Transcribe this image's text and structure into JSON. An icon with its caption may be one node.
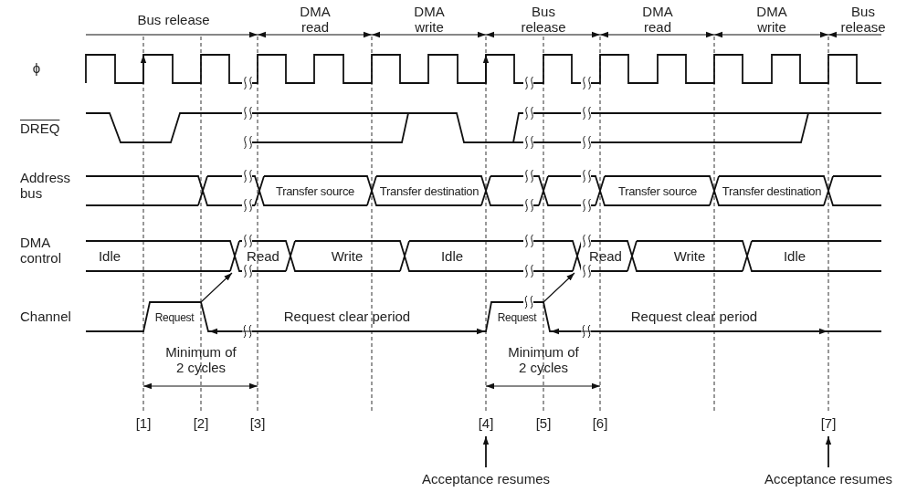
{
  "diagram": {
    "labels": [
      "Bus release",
      "DMA read",
      "DMA write",
      "Bus release",
      "DMA read",
      "DMA write",
      "Bus release",
      "ϕ",
      "DREQ",
      "Address bus",
      "DMA control",
      "Channel",
      "Transfer source",
      "Transfer destination",
      "Transfer source",
      "Transfer destination",
      "Idle",
      "Read",
      "Write",
      "Idle",
      "Read",
      "Write",
      "Idle",
      "Request",
      "Request clear period",
      "Request",
      "Request clear period",
      "Minimum of 2 cycles",
      "Minimum of 2 cycles",
      "[1]",
      "[2]",
      "[3]",
      "[4]",
      "[5]",
      "[6]",
      "[7]",
      "Acceptance resumes",
      "Acceptance resumes"
    ]
  }
}
